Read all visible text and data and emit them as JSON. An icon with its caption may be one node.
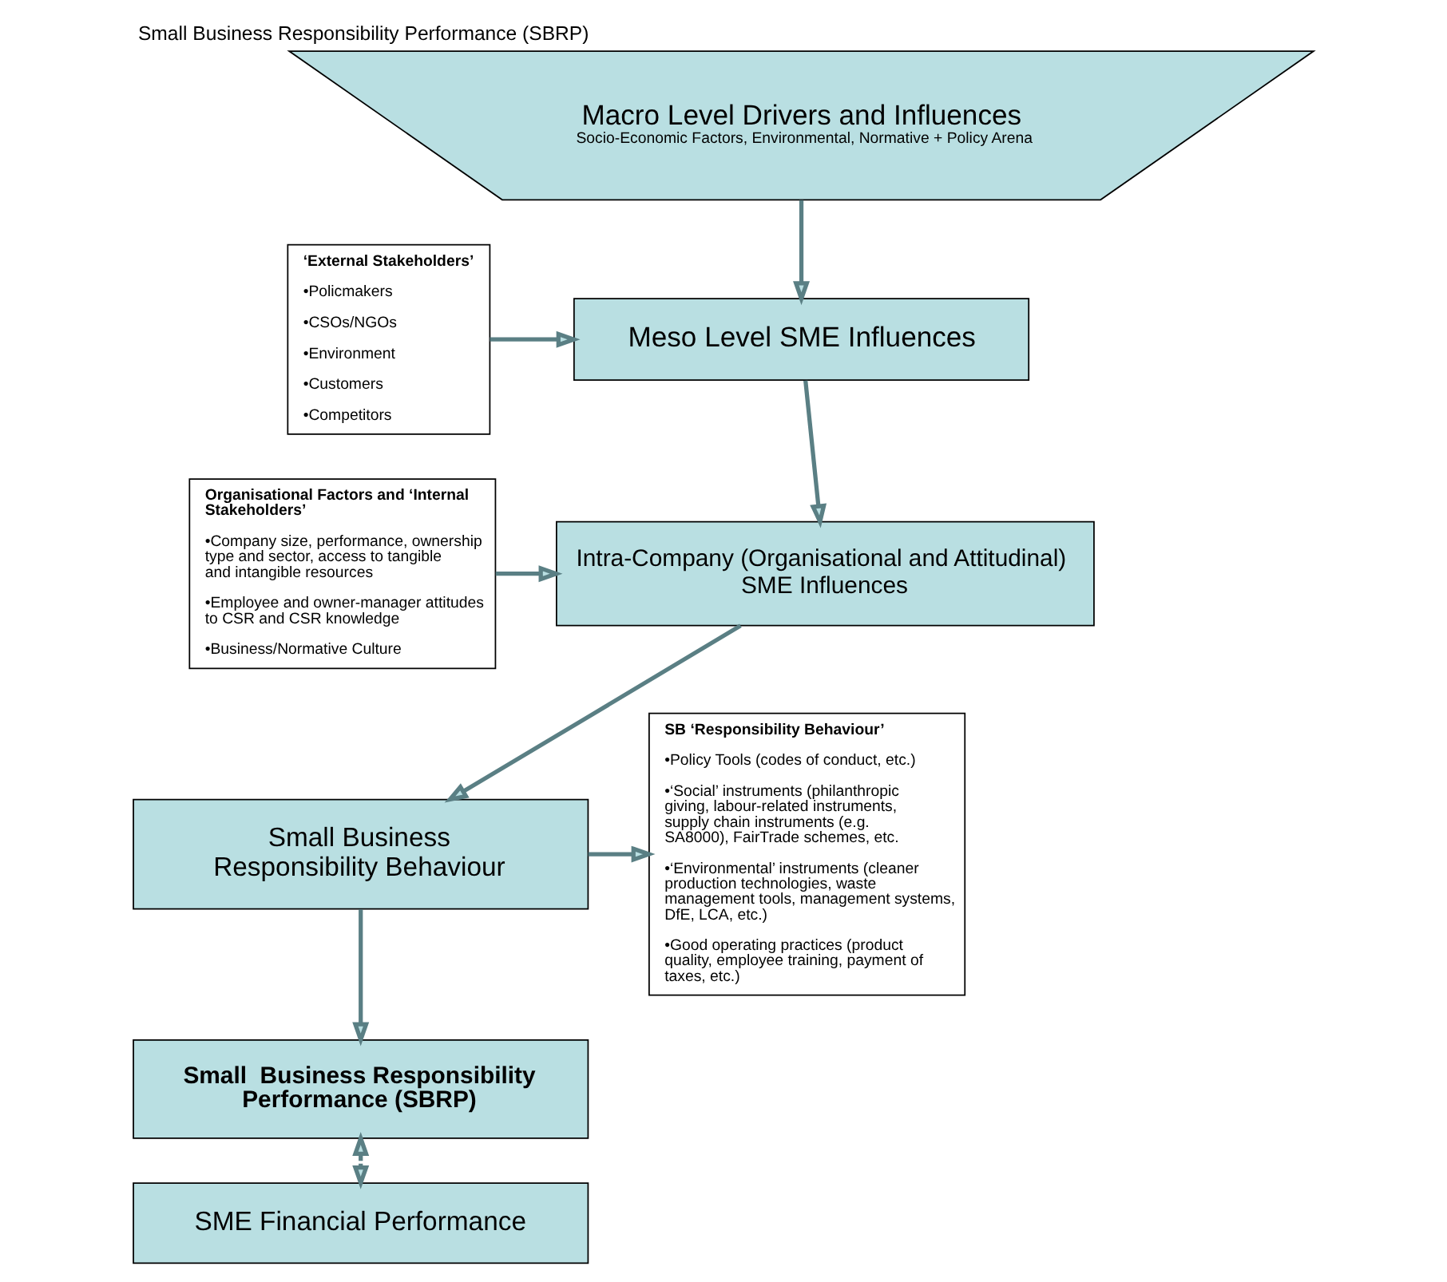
{
  "diagram": {
    "title": "Small Business Responsibility Performance (SBRP)",
    "nodes": [
      {
        "text": [
          "Macro Level Drivers and Influences",
          "Socio-Economic Factors, Environmental, Normative + Policy Arena"
        ]
      },
      {
        "text": [
          "‘External Stakeholders’",
          "•Policmakers",
          "•CSOs/NGOs",
          "•Environment",
          "•Customers",
          "•Competitors"
        ]
      },
      {
        "text": [
          "Meso Level SME Influences"
        ]
      },
      {
        "text": [
          "Organisational Factors and ‘Internal Stakeholders’",
          "•Company size, performance, ownership type and sector, access to tangible and intangible resources",
          "•Employee and owner-manager attitudes to CSR and CSR knowledge",
          "•Business/Normative Culture"
        ]
      },
      {
        "text": [
          "Intra-Company (Organisational and Attitudinal) SME Influences"
        ]
      },
      {
        "text": [
          "SB ‘Responsibility Behaviour’",
          "•Policy Tools (codes of conduct, etc.)",
          "•‘Social’ instruments (philanthropic giving, labour-related instruments, supply chain instruments (e.g. SA8000), FairTrade schemes, etc.",
          "•‘Environmental’ instruments (cleaner production technologies, waste management tools, management systems, DfE, LCA, etc.)",
          "•Good operating practices (product quality, employee training, payment of taxes, etc.)"
        ]
      },
      {
        "text": [
          "Small Business Responsibility Behaviour"
        ]
      },
      {
        "text": [
          "Small  Business Responsibility Performance (SBRP)"
        ]
      },
      {
        "text": [
          "SME Financial Performance"
        ]
      }
    ],
    "edges": [
      {
        "from": 0,
        "to": 2,
        "arrow": "to"
      },
      {
        "from": 1,
        "to": 2,
        "arrow": "to"
      },
      {
        "from": 2,
        "to": 4,
        "arrow": "to"
      },
      {
        "from": 3,
        "to": 4,
        "arrow": "to"
      },
      {
        "from": 4,
        "to": 6,
        "arrow": "to"
      },
      {
        "from": 6,
        "to": 5,
        "arrow": "to"
      },
      {
        "from": 6,
        "to": 7,
        "arrow": "to"
      },
      {
        "from": 7,
        "to": 8,
        "arrow": "both",
        "style": "dashed"
      }
    ]
  }
}
